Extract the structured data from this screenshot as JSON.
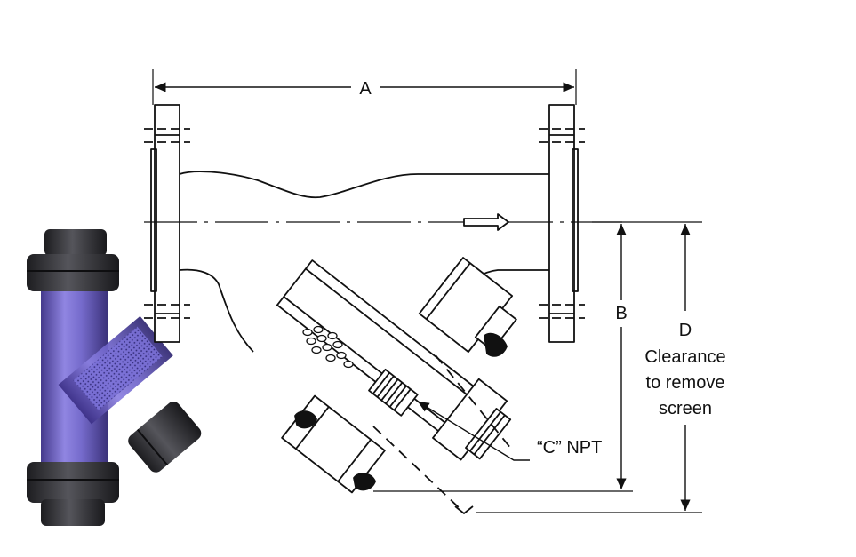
{
  "diagram": {
    "dimensions": {
      "a": "A",
      "b": "B",
      "d": "D",
      "d_note": [
        "Clearance",
        "to remove",
        "screen"
      ],
      "c_note": "“C” NPT"
    },
    "colors": {
      "line": "#111111",
      "photo_body": "#6e63c9",
      "photo_dark": "#2f2f33",
      "photo_screen": "#4b45a8"
    }
  }
}
